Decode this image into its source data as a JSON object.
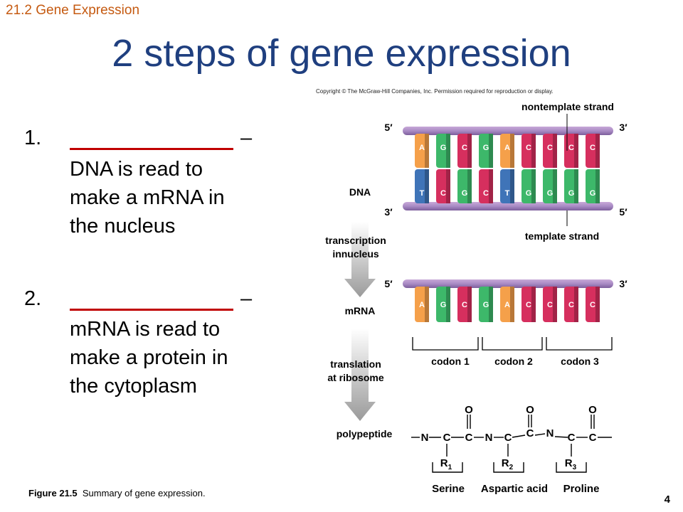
{
  "header": {
    "section": "21.2 Gene Expression",
    "title": "2 steps of gene expression"
  },
  "steps": [
    {
      "number": "1.",
      "dash": "–",
      "lines": [
        "DNA is read to",
        "make a mRNA in",
        "the nucleus"
      ]
    },
    {
      "number": "2.",
      "dash": "–",
      "lines": [
        "mRNA is read to",
        "make a protein in",
        "the cytoplasm"
      ]
    }
  ],
  "figure": {
    "copyright": "Copyright © The McGraw-Hill Companies, Inc. Permission required for reproduction or display.",
    "labels": {
      "nontemplate": "nontemplate strand",
      "template": "template strand",
      "dna": "DNA",
      "mrna": "mRNA",
      "polypeptide": "polypeptide",
      "transcription_1": "transcription",
      "transcription_2": "innucleus",
      "translation_1": "translation",
      "translation_2": "at ribosome",
      "five_prime": "5′",
      "three_prime": "3′"
    },
    "top_strand": [
      "A",
      "G",
      "C",
      "G",
      "A",
      "C",
      "C",
      "C",
      "C"
    ],
    "bottom_strand": [
      "T",
      "C",
      "G",
      "C",
      "T",
      "G",
      "G",
      "G",
      "G"
    ],
    "mrna_strand": [
      "A",
      "G",
      "C",
      "G",
      "A",
      "C",
      "C",
      "C",
      "C"
    ],
    "base_colors": {
      "A": "#f5a04a",
      "G": "#3db86a",
      "C": "#d62f5e",
      "T": "#3f74b8"
    },
    "codons": [
      "codon 1",
      "codon 2",
      "codon 3"
    ],
    "polypeptide_atoms": {
      "n": "N",
      "c": "C",
      "o": "O"
    },
    "r_groups": [
      {
        "r": "R",
        "sub": "1"
      },
      {
        "r": "R",
        "sub": "2"
      },
      {
        "r": "R",
        "sub": "3"
      }
    ],
    "amino_acids": [
      "Serine",
      "Aspartic acid",
      "Proline"
    ],
    "caption_bold": "Figure 21.5",
    "caption_text": "Summary of gene expression."
  },
  "page_number": "4"
}
